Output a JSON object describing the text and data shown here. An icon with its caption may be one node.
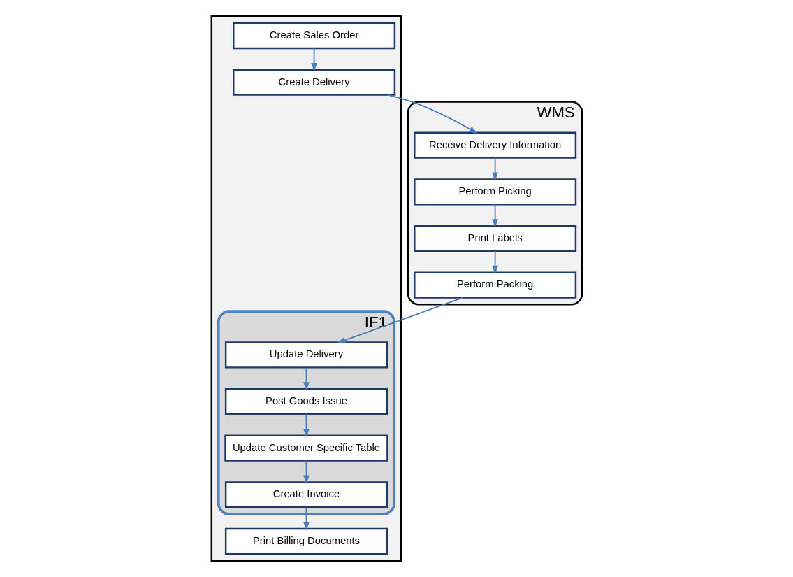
{
  "diagram": {
    "nodes": [
      {
        "text": [],
        "shape": "box"
      },
      {
        "text": [
          "Create Sales Order"
        ],
        "in": 0
      },
      {
        "text": [
          "Create Delivery"
        ],
        "in": 0
      },
      {
        "text": [
          "IF1"
        ],
        "in": 0
      },
      {
        "text": [
          "Update Delivery"
        ],
        "in": 3
      },
      {
        "text": [
          "Post Goods Issue"
        ],
        "in": 3
      },
      {
        "text": [
          "Update Customer Specific Table"
        ],
        "in": 3
      },
      {
        "text": [
          "Create Invoice"
        ],
        "in": 3
      },
      {
        "text": [
          "Print Billing Documents"
        ],
        "in": 0
      },
      {
        "text": [
          "WMS"
        ]
      },
      {
        "text": [
          "Receive Delivery Information"
        ],
        "in": 9
      },
      {
        "text": [
          "Perform Picking"
        ],
        "in": 9
      },
      {
        "text": [
          "Print Labels"
        ],
        "in": 9
      },
      {
        "text": [
          "Perform Packing"
        ],
        "in": 9
      }
    ],
    "edges": [
      {
        "from": 1,
        "to": 2,
        "arrow": "to"
      },
      {
        "from": 2,
        "to": 10,
        "arrow": "to"
      },
      {
        "from": 10,
        "to": 11,
        "arrow": "to"
      },
      {
        "from": 11,
        "to": 12,
        "arrow": "to"
      },
      {
        "from": 12,
        "to": 13,
        "arrow": "to"
      },
      {
        "from": 13,
        "to": 4,
        "arrow": "to"
      },
      {
        "from": 4,
        "to": 5,
        "arrow": "to"
      },
      {
        "from": 5,
        "to": 6,
        "arrow": "to"
      },
      {
        "from": 6,
        "to": 7,
        "arrow": "to"
      },
      {
        "from": 7,
        "to": 8,
        "arrow": "to"
      }
    ]
  }
}
